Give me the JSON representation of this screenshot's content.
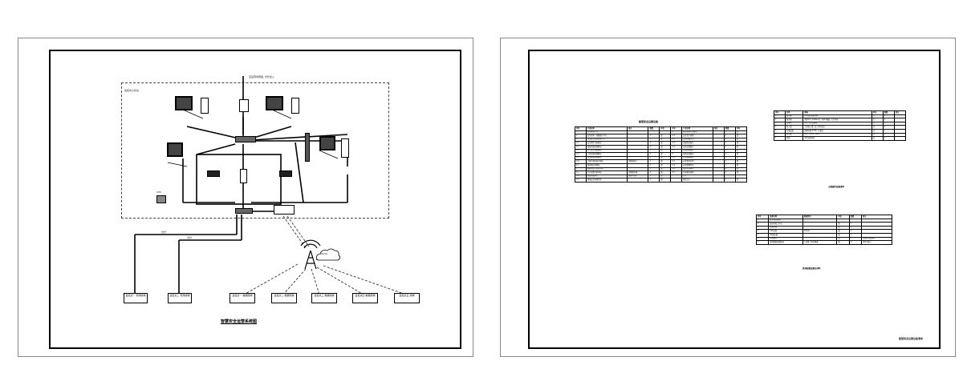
{
  "left_sheet": {
    "diagram_title": "智慧安全运营系统图",
    "area_label": "监控中心机房",
    "top_link_label": "至运营商网络, 光纤接入",
    "ups_label": "UPS",
    "wireless_label": "4G/5G",
    "line_labels": [
      "光纤",
      "光纤"
    ],
    "remote_sites": [
      "监控点一 现场终端",
      "监控点二 现场终端"
    ],
    "field_sites": [
      "监控点一 数据终端",
      "监控点二 数据终端",
      "监控点三 数据终端",
      "监控点四 数据终端",
      "监控点五 终端"
    ],
    "ellipsis": "· · · · ·"
  },
  "right_sheet": {
    "table1": {
      "caption": "智慧安全运营设备",
      "header": [
        "序号",
        "产品名称",
        "备注",
        "数量",
        "单位",
        "序号",
        "产品名称",
        "备注",
        "数量",
        "单位"
      ],
      "rows": [
        [
          "一",
          "安全运营平台",
          "",
          "",
          "",
          "4",
          "安全运营专业服务",
          "",
          "1",
          "套"
        ],
        [
          "1",
          "安全态势一张图展示平台",
          "",
          "1",
          "套",
          "4.1",
          "安全资产梳理",
          "",
          "1",
          "套"
        ],
        [
          "2",
          "智慧安全运营管理平台",
          "",
          "1",
          "套",
          "4.2",
          "漏洞扫描评估",
          "",
          "1",
          "套"
        ],
        [
          "2.1",
          "安全事件分析模块",
          "",
          "1",
          "套",
          "4.3",
          "渗透测试服务",
          "",
          "1",
          "套"
        ],
        [
          "2.2",
          "威胁情报管理模块",
          "",
          "1",
          "套",
          "4.4",
          "安全加固服务",
          "",
          "1",
          "套"
        ],
        [
          "2.3",
          "资产安全管理模块",
          "",
          "1",
          "套",
          "4.5",
          "应急响应服务",
          "",
          "1",
          "套"
        ],
        [
          "2.4",
          "工单流程管理模块",
          "",
          "1",
          "套",
          "5",
          "现场运营服务",
          "",
          "1",
          "套"
        ],
        [
          "2.5",
          "安全报表管理模块",
          "",
          "1",
          "套",
          "5.1",
          "日常巡检服务",
          "",
          "1",
          "套"
        ],
        [
          "2.6",
          "大屏可视化展示模块",
          "含数据接口",
          "1",
          "套",
          "5.2",
          "安全事件处置",
          "",
          "1",
          "套"
        ],
        [
          "2.7",
          "移动端应用模块",
          "",
          "1",
          "套",
          "5.3",
          "安全策略优化",
          "",
          "1",
          "套"
        ],
        [
          "3",
          "数据采集与处理系统",
          "",
          "1",
          "套",
          "5.4",
          "安全培训服务",
          "",
          "1",
          "套"
        ],
        [
          "3.1",
          "日志采集分析系统",
          "含数据存储",
          "1",
          "套",
          "5.5",
          "运营报告编制",
          "",
          "1",
          "套"
        ],
        [
          "3.2",
          "流量采集探针",
          "部署于核心",
          "1",
          "套",
          "",
          "合计",
          "",
          "",
          ""
        ],
        [
          "3.3",
          "终端安全管理系统",
          "",
          "1",
          "套",
          "",
          "服务合计",
          "",
          "1",
          "项"
        ]
      ]
    },
    "table2": {
      "caption": "主要硬件设备清单",
      "header": [
        "序号",
        "名称",
        "规格",
        "单位",
        "数量",
        "备注"
      ],
      "rows": [
        [
          "1",
          "服务器",
          "2U机架式服务器",
          "台",
          "4",
          ""
        ],
        [
          "2",
          "服务器",
          "2路CPU, 128G内存, 4块2T硬盘, 冗余电源",
          "台",
          "4",
          ""
        ],
        [
          "3",
          "交换机",
          "24口千兆交换机",
          "台",
          "1",
          ""
        ],
        [
          "4",
          "防火墙",
          "千兆防火墙, 含三年特征库",
          "台",
          "2",
          ""
        ],
        [
          "5",
          "存储设备",
          "网络存储 50TB, 12盘位",
          "台",
          "1",
          ""
        ],
        [
          "6",
          "显示器",
          "24寸, 1920*1080",
          "台",
          "4",
          ""
        ],
        [
          "7",
          "机柜",
          "42U标准机柜",
          "台",
          "2",
          ""
        ]
      ]
    },
    "table3": {
      "caption": "其他配套设备及材料",
      "header": [
        "序号",
        "设备名称",
        "规格型号",
        "单位",
        "数量",
        "备注"
      ],
      "rows": [
        [
          "1",
          "安全运营终端",
          "",
          "",
          "",
          ""
        ],
        [
          "2",
          "监控终端工作站",
          "",
          "套",
          "1",
          ""
        ],
        [
          "3",
          "管理终端",
          "",
          "套",
          "1",
          ""
        ],
        [
          "4",
          "UPS电源",
          "10KVA",
          "套",
          "1",
          ""
        ],
        [
          "5",
          "4G路由器",
          "",
          "套",
          "1",
          ""
        ],
        [
          "6",
          "无线通讯",
          "",
          "套",
          "1",
          "含通信流量费用"
        ],
        [
          "7",
          "现场数据采集终端",
          "工业级, 4G全网通",
          "套",
          "1",
          "含PLC接口"
        ]
      ]
    },
    "sheet_label": "智慧安全运营设备清单"
  }
}
